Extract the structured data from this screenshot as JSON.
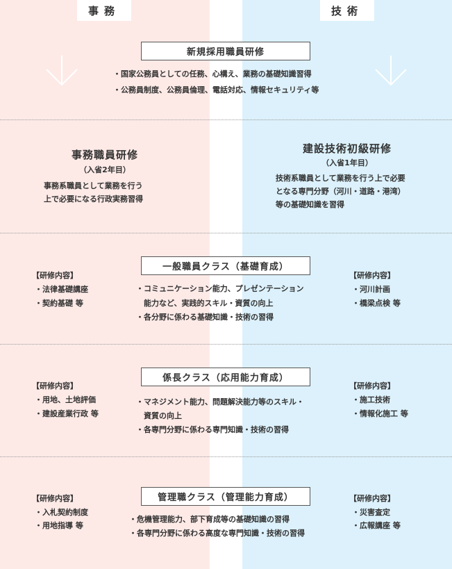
{
  "columns": {
    "left": "事務",
    "right": "技術"
  },
  "new_hire": {
    "title": "新規採用職員研修",
    "bullets": [
      "・国家公務員としての任務、心構え、業務の基礎知識習得",
      "・公務員制度、公務員倫理、電話対応、情報セキュリティ等"
    ]
  },
  "admin_training": {
    "title": "事務職員研修",
    "sub": "（入省2年目）",
    "desc": [
      "事務系職員として業務を行う",
      "上で必要になる行政実務習得"
    ]
  },
  "tech_training": {
    "title": "建設技術初級研修",
    "sub": "（入省1年目）",
    "desc": [
      "技術系職員として業務を行う上で必要",
      "となる専門分野（河川・道路・港湾）",
      "等の基礎知識を習得"
    ]
  },
  "sections": [
    {
      "title": "一般職員クラス（基礎育成）",
      "bullets": [
        "・コミュニケーション能力、プレゼンテーション",
        "　能力など、実践的スキル・資質の向上",
        "・各分野に係わる基礎知識・技術の習得"
      ],
      "left_head": "【研修内容】",
      "left_items": [
        "・法律基礎講座",
        "・契約基礎 等"
      ],
      "right_head": "【研修内容】",
      "right_items": [
        "・河川計画",
        "・橋梁点検 等"
      ]
    },
    {
      "title": "係長クラス（応用能力育成）",
      "bullets": [
        "・マネジメント能力、問題解決能力等のスキル・",
        "　資質の向上",
        "・各専門分野に係わる専門知識・技術の習得"
      ],
      "left_head": "【研修内容】",
      "left_items": [
        "・用地、土地評価",
        "・建設産業行政 等"
      ],
      "right_head": "【研修内容】",
      "right_items": [
        "・施工技術",
        "・情報化施工 等"
      ]
    },
    {
      "title": "管理職クラス（管理能力育成）",
      "bullets": [
        "・危機管理能力、部下育成等の基礎知識の習得",
        "・各専門分野に係わる高度な専門知識・技術の習得"
      ],
      "left_head": "【研修内容】",
      "left_items": [
        "・入札契約制度",
        "・用地指導 等"
      ],
      "right_head": "【研修内容】",
      "right_items": [
        "・災害査定",
        "・広報講座 等"
      ]
    }
  ],
  "colors": {
    "left_bg": "#fdeae7",
    "right_bg": "#dcf1fb",
    "text": "#333333"
  }
}
